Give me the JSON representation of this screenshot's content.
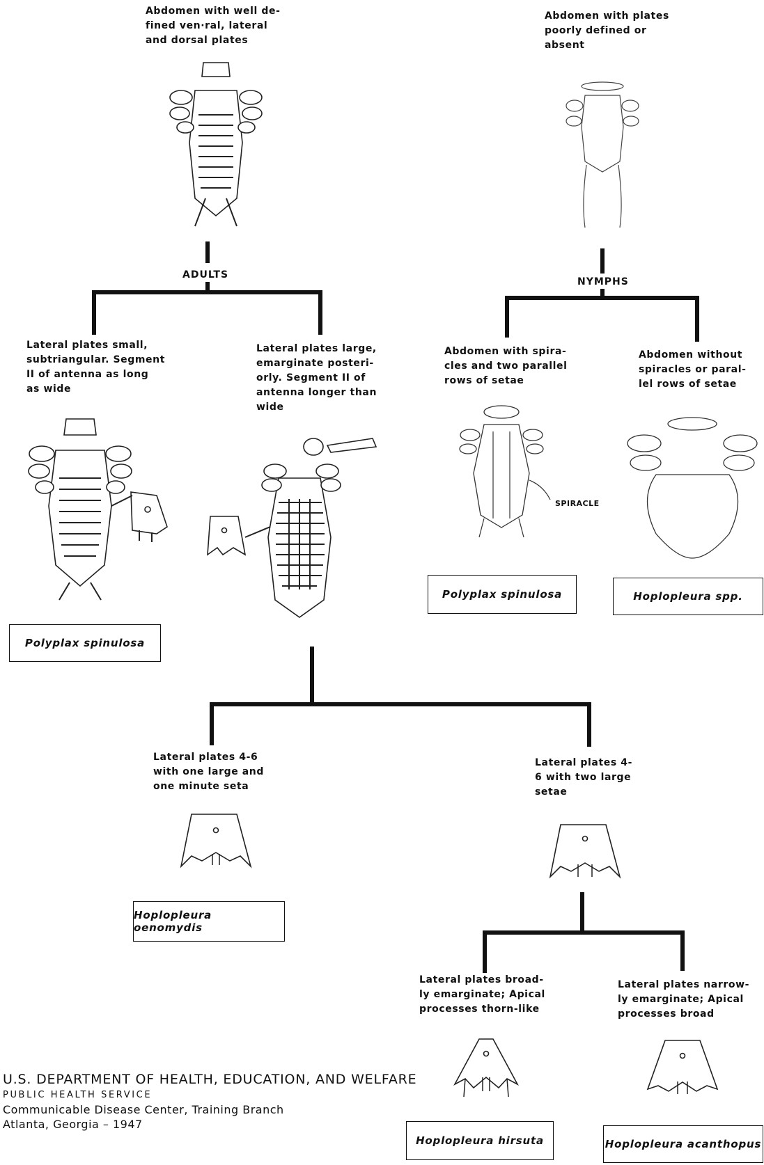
{
  "texts": {
    "adult_plates": "Abdomen with well de-\nfined ven·ral, lateral\nand dorsal plates",
    "nymph_plates": "Abdomen with plates\npoorly defined   or\nabsent",
    "adults": "ADULTS",
    "nymphs": "NYMPHS",
    "lateral_small": "Lateral plates small,\nsubtriangular. Segment\nII of antenna as long\nas wide",
    "lateral_large": "Lateral plates large,\nemarginate posteri-\norly. Segment II of\nantenna longer than\nwide",
    "with_spiracles": "Abdomen with spira-\ncles and two parallel\nrows of setae",
    "without_spiracles": "Abdomen without\nspiracles or paral-\nlel rows of setae",
    "spiracle": "SPIRACLE",
    "one_large": "Lateral plates 4-6\nwith one large and\none minute seta",
    "two_large": "Lateral plates 4-\n6 with two large\nsetae",
    "broadly": "Lateral plates broad-\nly emarginate; Apical\nprocesses thorn-like",
    "narrowly": "Lateral plates narrow-\nly emarginate; Apical\nprocesses broad"
  },
  "species": {
    "polyplax_adult": "Polyplax spinulosa",
    "polyplax_nymph": "Polyplax spinulosa",
    "hoplopleura_spp": "Hoplopleura spp.",
    "oenomydis": "Hoplopleura oenomydis",
    "hirsuta": "Hoplopleura hirsuta",
    "acanthopus": "Hoplopleura acanthopus"
  },
  "footer": {
    "line1": "U.S. DEPARTMENT OF HEALTH, EDUCATION, AND WELFARE",
    "line2": "PUBLIC HEALTH SERVICE",
    "line3": "Communicable Disease Center, Training Branch",
    "line4": "Atlanta, Georgia – 1947"
  }
}
